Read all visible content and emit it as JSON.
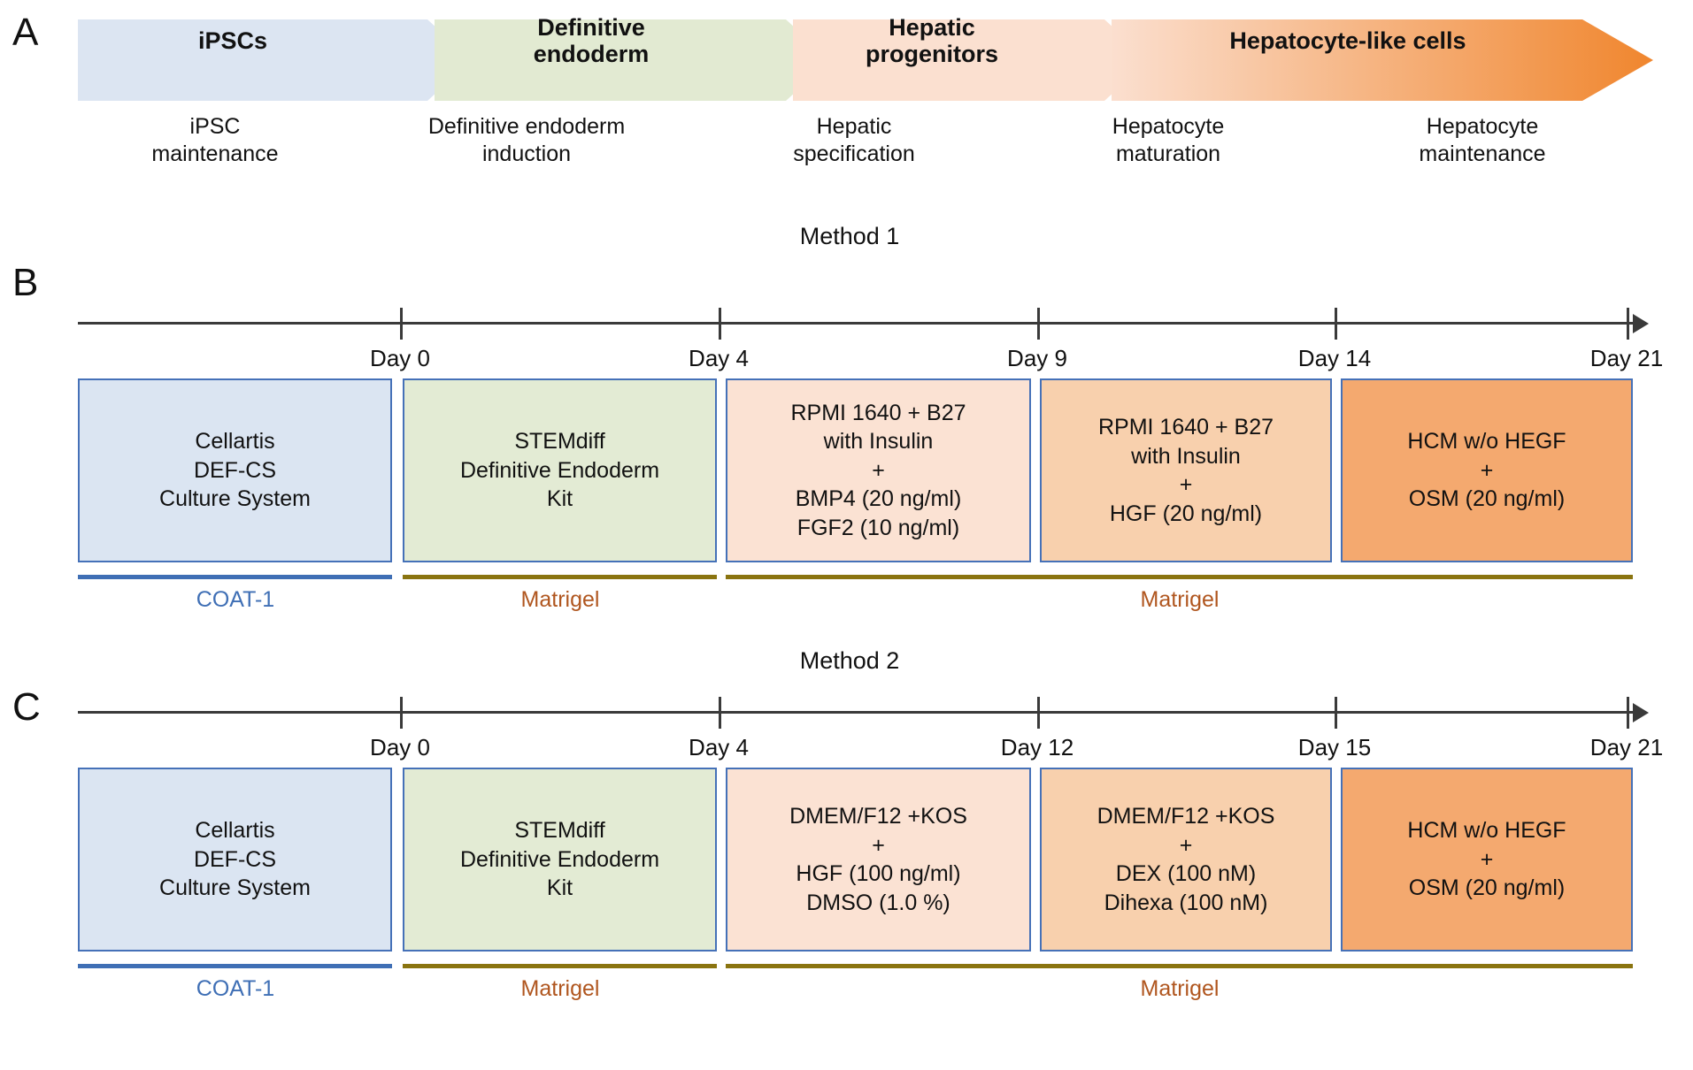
{
  "figure": {
    "panels": [
      "A",
      "B",
      "C"
    ]
  },
  "panelA": {
    "letter": "A",
    "stages": [
      {
        "title": "iPSCs",
        "caption_line1": "iPSC",
        "caption_line2": "maintenance",
        "color": "#dce5f2"
      },
      {
        "title_line1": "Definitive",
        "title_line2": "endoderm",
        "caption_line1": "Definitive endoderm",
        "caption_line2": "induction",
        "color": "#e2ead2"
      },
      {
        "title_line1": "Hepatic",
        "title_line2": "progenitors",
        "caption_line1": "Hepatic",
        "caption_line2": "specification",
        "color": "#fbe0d0"
      },
      {
        "title": "Hepatocyte-like cells",
        "caption_line1": "Hepatocyte",
        "caption_line2": "maturation",
        "color_start": "#fbdfcf",
        "color_end": "#f0862e"
      },
      {
        "caption_line1": "Hepatocyte",
        "caption_line2": "maintenance"
      }
    ]
  },
  "panelB": {
    "letter": "B",
    "method_title": "Method 1",
    "day_labels": [
      "Day 0",
      "Day 4",
      "Day 9",
      "Day 14",
      "Day 21"
    ],
    "boxes": [
      {
        "lines": [
          "Cellartis",
          "DEF-CS",
          "Culture System"
        ],
        "fill": "#dbe5f2"
      },
      {
        "lines": [
          "STEMdiff",
          "Definitive Endoderm",
          "Kit"
        ],
        "fill": "#e3ebd4"
      },
      {
        "lines": [
          "RPMI 1640 + B27",
          "with Insulin",
          "+",
          "BMP4 (20 ng/ml)",
          "FGF2 (10 ng/ml)"
        ],
        "fill": "#fbe2d3"
      },
      {
        "lines": [
          "RPMI 1640 + B27",
          "with Insulin",
          "+",
          "HGF (20 ng/ml)"
        ],
        "fill": "#f8d0ad"
      },
      {
        "lines": [
          "HCM w/o HEGF",
          "+",
          "OSM (20 ng/ml)"
        ],
        "fill": "#f4a96f"
      }
    ],
    "coatings": [
      {
        "label": "COAT-1",
        "color": "#3f6fb5"
      },
      {
        "label": "Matrigel",
        "color": "#8a7410",
        "text_color": "#b0561f"
      },
      {
        "label": "Matrigel",
        "color": "#8a7410",
        "text_color": "#b0561f"
      }
    ]
  },
  "panelC": {
    "letter": "C",
    "method_title": "Method 2",
    "day_labels": [
      "Day 0",
      "Day 4",
      "Day 12",
      "Day 15",
      "Day 21"
    ],
    "boxes": [
      {
        "lines": [
          "Cellartis",
          "DEF-CS",
          "Culture System"
        ],
        "fill": "#dbe5f2"
      },
      {
        "lines": [
          "STEMdiff",
          "Definitive Endoderm",
          "Kit"
        ],
        "fill": "#e3ebd4"
      },
      {
        "lines": [
          "DMEM/F12 +KOS",
          "+",
          "HGF (100 ng/ml)",
          "DMSO (1.0 %)"
        ],
        "fill": "#fbe2d3"
      },
      {
        "lines": [
          "DMEM/F12 +KOS",
          "+",
          "DEX (100 nM)",
          "Dihexa (100 nM)"
        ],
        "fill": "#f8d0ad"
      },
      {
        "lines": [
          "HCM w/o HEGF",
          "+",
          "OSM (20 ng/ml)"
        ],
        "fill": "#f4a96f"
      }
    ],
    "coatings": [
      {
        "label": "COAT-1",
        "color": "#3f6fb5"
      },
      {
        "label": "Matrigel",
        "color": "#8a7410",
        "text_color": "#b0561f"
      },
      {
        "label": "Matrigel",
        "color": "#8a7410",
        "text_color": "#b0561f"
      }
    ]
  },
  "colors": {
    "box_border": "#4571b8",
    "timeline": "#3a3a3a",
    "coat1": "#3f6fb5",
    "matrigel_line": "#8a7410",
    "matrigel_text": "#b0561f"
  }
}
